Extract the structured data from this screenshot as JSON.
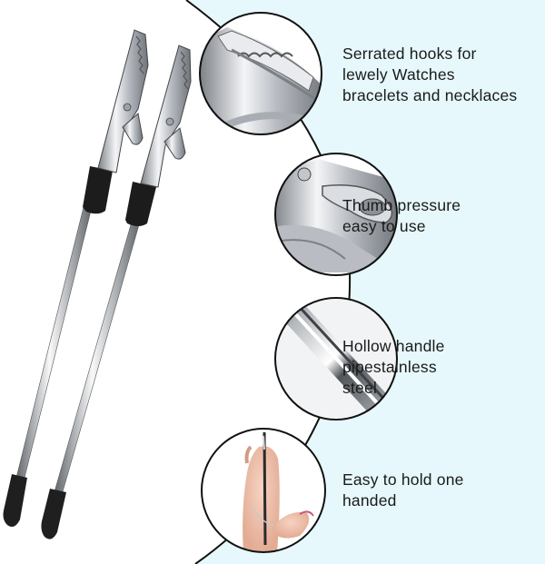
{
  "colors": {
    "panel_bg": "#e6f8fb",
    "page_bg": "#ffffff",
    "outline": "#111111",
    "metal": "#c9ccd1",
    "grip": "#1c1c1c",
    "text": "#1a1a1a"
  },
  "features": [
    {
      "lines": [
        "Serrated hooks for",
        "lewely Watches",
        "bracelets and necklaces"
      ],
      "illustration": "serrated-jaw-closeup"
    },
    {
      "lines": [
        "Thumb pressure",
        "easy to use"
      ],
      "illustration": "thumb-lever-closeup"
    },
    {
      "lines": [
        "Hollow handle",
        "pipestainless",
        "steel"
      ],
      "illustration": "steel-rod-closeup"
    },
    {
      "lines": [
        "Easy to hold one",
        "handed"
      ],
      "illustration": "hand-holding-bracelet"
    }
  ]
}
